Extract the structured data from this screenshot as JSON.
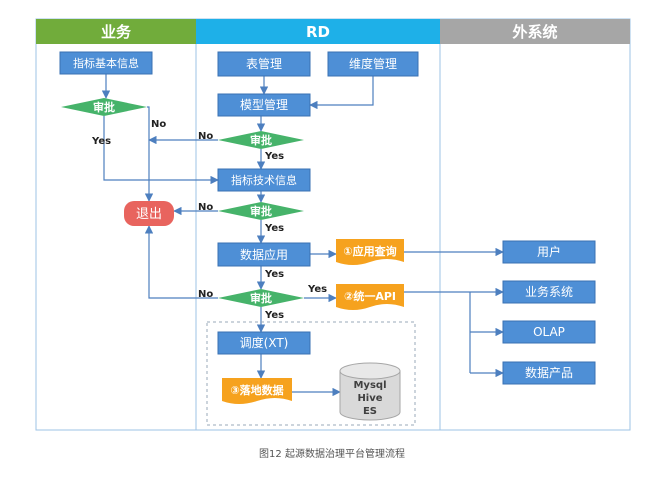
{
  "lanes": {
    "business": "业务",
    "rd": "RD",
    "external": "外系统"
  },
  "boxes": {
    "metric_basic_info": "指标基本信息",
    "table_mgmt": "表管理",
    "dimension_mgmt": "维度管理",
    "model_mgmt": "模型管理",
    "metric_tech_info": "指标技术信息",
    "data_application": "数据应用",
    "scheduling": "调度(XT)"
  },
  "decisions": {
    "approval_label": "审批"
  },
  "branches": {
    "yes": "Yes",
    "no": "No"
  },
  "exit_label": "退出",
  "documents": {
    "app_query": "①应用查询",
    "unified_api": "②统一API",
    "landing_data": "③落地数据"
  },
  "storage": [
    "Mysql",
    "Hive",
    "ES"
  ],
  "targets": {
    "user": "用户",
    "business_system": "业务系统",
    "olap": "OLAP",
    "data_product": "数据产品"
  },
  "caption": "图12 起源数据治理平台管理流程",
  "colors": {
    "business_header": "#71ac3b",
    "rd_header": "#1eb0e8",
    "external_header": "#a6a6a6",
    "box_fill": "#4e8fd6",
    "decision_fill": "#46b36a",
    "exit_fill": "#e8645e",
    "doc_fill": "#f6a21e",
    "arrow": "#4d7fbf",
    "lane_border": "#9dc3e6",
    "storage_fill": "#d9d9d9"
  }
}
